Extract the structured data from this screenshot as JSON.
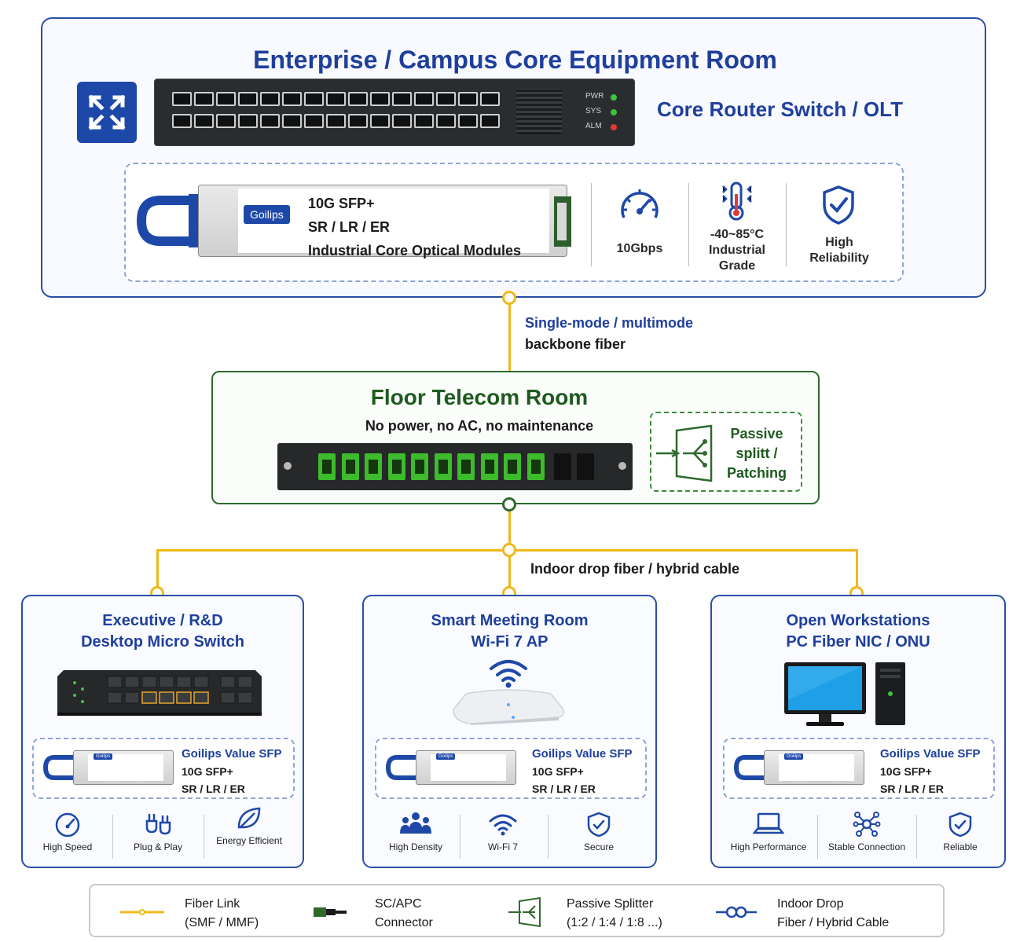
{
  "core_room": {
    "title": "Enterprise / Campus Core Equipment Room",
    "router_label": "Core Router Switch / OLT",
    "led_labels": [
      "PWR",
      "SYS",
      "ALM"
    ],
    "led_colors": [
      "#3ec43e",
      "#3ec43e",
      "#e53935"
    ],
    "sfp": {
      "brand": "Goilips",
      "line1": "10G SFP+",
      "line2": "SR / LR / ER",
      "line3": "Industrial Core Optical Modules"
    },
    "features": [
      {
        "icon": "speedometer-icon",
        "label": "10Gbps"
      },
      {
        "icon": "thermometer-icon",
        "label": "-40~85°C Industrial Grade"
      },
      {
        "icon": "shield-check-icon",
        "label": "High Reliability"
      }
    ]
  },
  "backbone": {
    "line1": "Single-mode / multimode",
    "line2": "backbone fiber"
  },
  "floor_room": {
    "title": "Floor Telecom Room",
    "subtitle": "No power, no AC, no maintenance",
    "splitter_label": "Passive splitt / Patching"
  },
  "drop": {
    "label": "Indoor drop fiber / hybrid cable"
  },
  "cards": [
    {
      "title_line1": "Executive / R&D",
      "title_line2": "Desktop Micro Switch",
      "sfp_line1": "Goilips Value SFP",
      "sfp_line2": "10G SFP+",
      "sfp_line3": "SR / LR / ER",
      "sfp_brand": "Goilips",
      "features": [
        {
          "icon": "speedometer-icon",
          "label": "High Speed"
        },
        {
          "icon": "plug-icon",
          "label": "Plug & Play"
        },
        {
          "icon": "leaf-icon",
          "label": "Energy Efficient"
        }
      ]
    },
    {
      "title_line1": "Smart Meeting Room",
      "title_line2": "Wi-Fi 7 AP",
      "sfp_line1": "Goilips Value SFP",
      "sfp_line2": "10G SFP+",
      "sfp_line3": "SR / LR / ER",
      "sfp_brand": "Goilips",
      "features": [
        {
          "icon": "people-icon",
          "label": "High Density"
        },
        {
          "icon": "wifi-icon",
          "label": "Wi-Fi 7"
        },
        {
          "icon": "shield-check-icon",
          "label": "Secure"
        }
      ]
    },
    {
      "title_line1": "Open Workstations",
      "title_line2": "PC Fiber NIC / ONU",
      "sfp_line1": "Goilips Value SFP",
      "sfp_line2": "10G SFP+",
      "sfp_line3": "SR / LR / ER",
      "sfp_brand": "Goilips",
      "features": [
        {
          "icon": "laptop-icon",
          "label": "High Performance"
        },
        {
          "icon": "network-nodes-icon",
          "label": "Stable Connection"
        },
        {
          "icon": "shield-check-icon",
          "label": "Reliable"
        }
      ]
    }
  ],
  "legend": [
    {
      "icon": "fiber-link-icon",
      "line1": "Fiber Link",
      "line2": "(SMF / MMF)"
    },
    {
      "icon": "sc-apc-connector-icon",
      "line1": "SC/APC",
      "line2": "Connector"
    },
    {
      "icon": "passive-splitter-icon",
      "line1": "Passive Splitter",
      "line2": "(1:2 / 1:4 / 1:8 ...)"
    },
    {
      "icon": "indoor-drop-icon",
      "line1": "Indoor Drop",
      "line2": "Fiber / Hybrid Cable"
    }
  ],
  "colors": {
    "blue": "#1f3f9c",
    "green": "#1e5a1e",
    "fiber": "#f0b81c"
  }
}
